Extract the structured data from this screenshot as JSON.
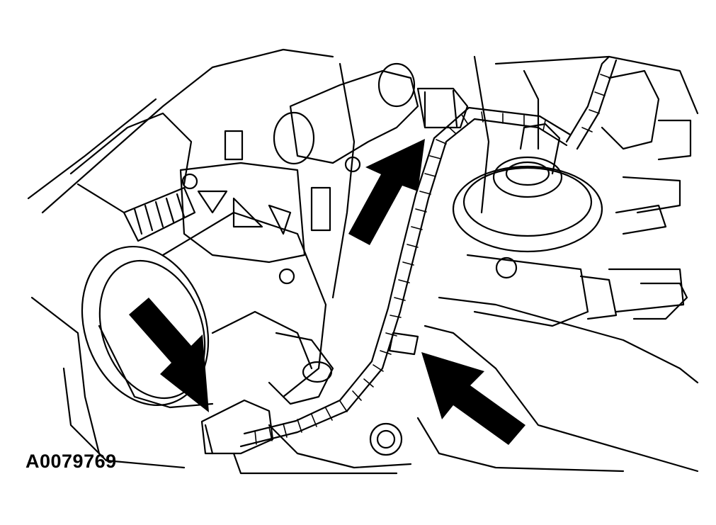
{
  "figure": {
    "id_label": "A0079769"
  },
  "colors": {
    "ink": "#000000",
    "paper": "#ffffff"
  },
  "callout_arrows": [
    {
      "name": "upper-arrow",
      "points_toward": "electrical-connector"
    },
    {
      "name": "left-arrow",
      "points_toward": "sensor-connector"
    },
    {
      "name": "right-arrow",
      "points_toward": "harness-clip"
    }
  ]
}
